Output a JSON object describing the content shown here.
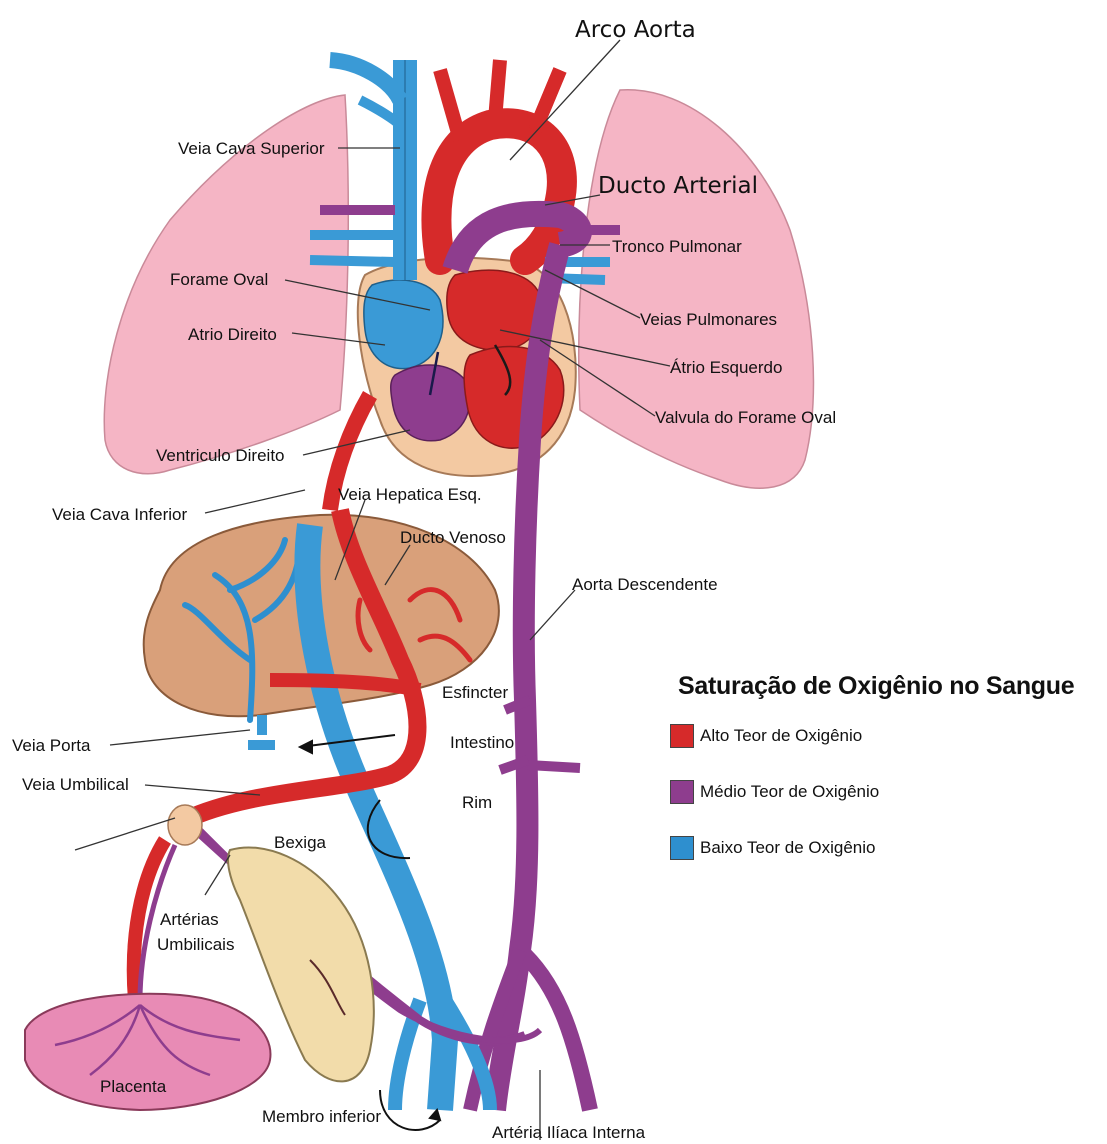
{
  "labels": {
    "arco_aorta": "Arco Aorta",
    "veia_cava_superior": "Veia Cava Superior",
    "ducto_arterial": "Ducto Arterial",
    "tronco_pulmonar": "Tronco Pulmonar",
    "forame_oval": "Forame Oval",
    "veias_pulmonares": "Veias Pulmonares",
    "atrio_direito": "Atrio Direito",
    "atrio_esquerdo": "Átrio Esquerdo",
    "valvula_forame_oval": "Valvula do Forame Oval",
    "ventriculo_direito": "Ventriculo Direito",
    "veia_cava_inferior": "Veia Cava Inferior",
    "veia_hepatica_esq": "Veia Hepatica Esq.",
    "ducto_venoso": "Ducto Venoso",
    "aorta_descendente": "Aorta Descendente",
    "esfincter": "Esfincter",
    "intestino": "Intestino",
    "veia_porta": "Veia Porta",
    "veia_umbilical": "Veia Umbilical",
    "rim": "Rim",
    "bexiga": "Bexiga",
    "arterias_umbilicais_1": "Artérias",
    "arterias_umbilicais_2": "Umbilicais",
    "placenta": "Placenta",
    "membro_inferior": "Membro inferior",
    "arteria_iliaca_interna": "Artéria Ilíaca Interna"
  },
  "legend": {
    "title": "Saturação de Oxigênio no Sangue",
    "items": [
      {
        "label": "Alto Teor de Oxigênio",
        "color": "#d62a2a"
      },
      {
        "label": "Médio Teor de Oxigênio",
        "color": "#8e3d8e"
      },
      {
        "label": "Baixo Teor de Oxigênio",
        "color": "#2e8fcf"
      }
    ]
  },
  "colors": {
    "arterial": "#d62a2a",
    "mixed": "#8e3d8e",
    "venous": "#3a9ad6",
    "lung": "#f5b5c5",
    "liver": "#d9a07a",
    "heart_bg": "#f3c9a2",
    "bladder": "#f2dcaa",
    "placenta": "#e88bb5"
  }
}
